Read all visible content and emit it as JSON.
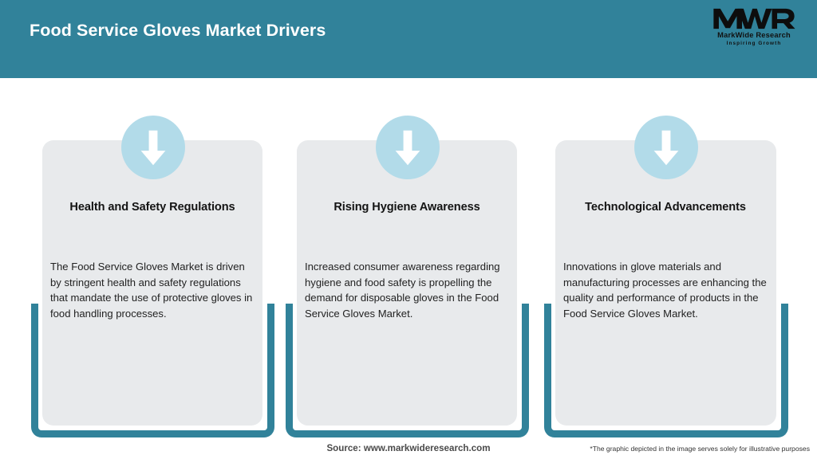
{
  "header": {
    "title": "Food Service Gloves Market Drivers",
    "band_color": "#31829a",
    "title_color": "#ffffff"
  },
  "logo": {
    "mark": "MWR",
    "name": "MarkWide Research",
    "tagline": "Inspiring Growth"
  },
  "theme": {
    "accent": "#31829a",
    "panel_bg": "#e8eaec",
    "icon_circle": "#b2dbe9",
    "icon_arrow": "#ffffff",
    "page_bg": "#ffffff"
  },
  "cards": [
    {
      "icon": "arrow-down-icon",
      "title": "Health and Safety Regulations",
      "body": "The Food Service Gloves Market is driven by stringent health and safety regulations that mandate the use of protective gloves in food handling processes."
    },
    {
      "icon": "arrow-down-icon",
      "title": "Rising Hygiene Awareness",
      "body": "Increased consumer awareness regarding hygiene and food safety is propelling the demand for disposable gloves in the Food Service Gloves Market."
    },
    {
      "icon": "arrow-down-icon",
      "title": "Technological Advancements",
      "body": "Innovations in glove materials and manufacturing processes are enhancing the quality and performance of products in the Food Service Gloves Market."
    }
  ],
  "footer": {
    "source": "Source: www.markwideresearch.com",
    "disclaimer": "*The graphic depicted in the image serves solely for illustrative purposes"
  }
}
